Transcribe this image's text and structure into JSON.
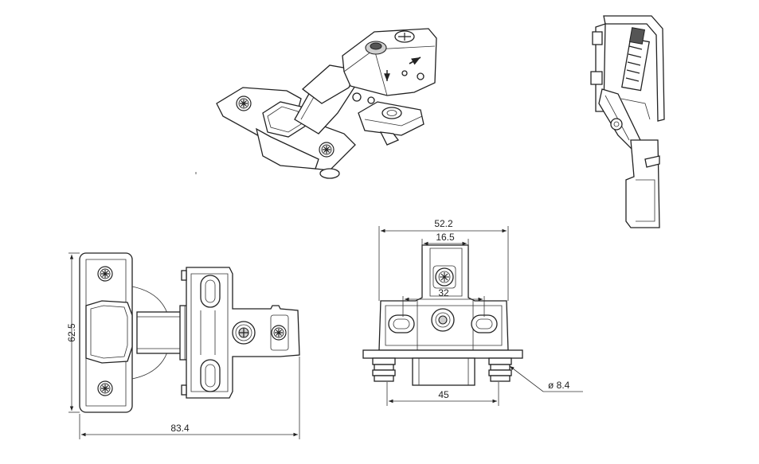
{
  "dimensions": {
    "height_left": "62.5",
    "width_left": "83.4",
    "top_width": "52.2",
    "inner_width": "16.5",
    "hole_spacing": "32",
    "cup_width": "45",
    "diameter": "ø 8.4"
  },
  "colors": {
    "line": "#222222",
    "background": "#ffffff",
    "fill_light": "#cfcfcf"
  }
}
